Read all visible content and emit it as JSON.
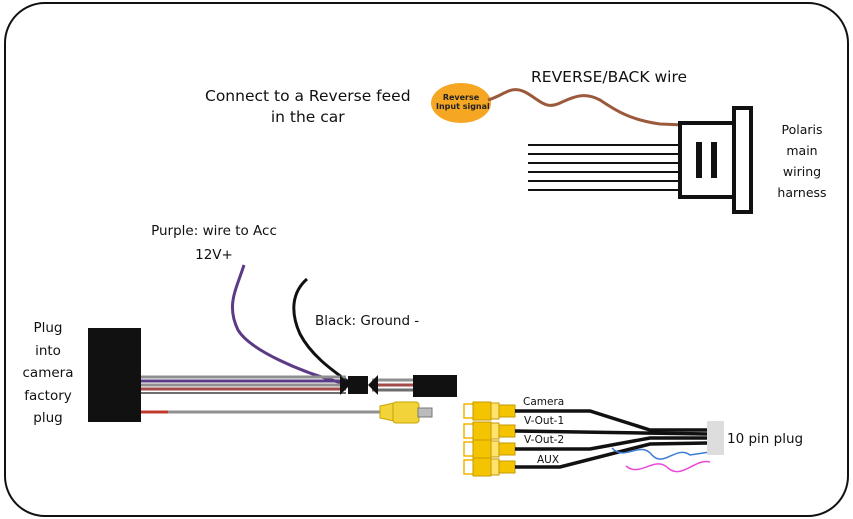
{
  "labels": {
    "reverse_feed_line1": "Connect to a Reverse feed",
    "reverse_feed_line2": "in the car",
    "reverse_input_line1": "Reverse",
    "reverse_input_line2": "Input signal",
    "reverse_back_wire": "REVERSE/BACK wire",
    "harness_line1": "Polaris",
    "harness_line2": "main",
    "harness_line3": "wiring",
    "harness_line4": "harness",
    "purple_line1": "Purple: wire to Acc",
    "purple_line2": "12V+",
    "black_ground": "Black: Ground -",
    "plug_line1": "Plug",
    "plug_line2": "into",
    "plug_line3": "camera",
    "plug_line4": "factory",
    "plug_line5": "plug",
    "camera": "Camera",
    "vout1": "V-Out-1",
    "vout2": "V-Out-2",
    "aux": "AUX",
    "ten_pin": "10 pin plug"
  },
  "colors": {
    "frame": "#111111",
    "reverse_badge": "#f5a623",
    "brown_wire": "#9b5a3c",
    "purple_wire": "#5b3a86",
    "grey_wire": "#7d7d7d",
    "red_wire": "#c0392b",
    "rca_yellow": "#f2d43a",
    "blue_wire": "#3a7bd5",
    "pink_wire": "#e84ad8",
    "ten_pin_box": "#dddddd"
  }
}
